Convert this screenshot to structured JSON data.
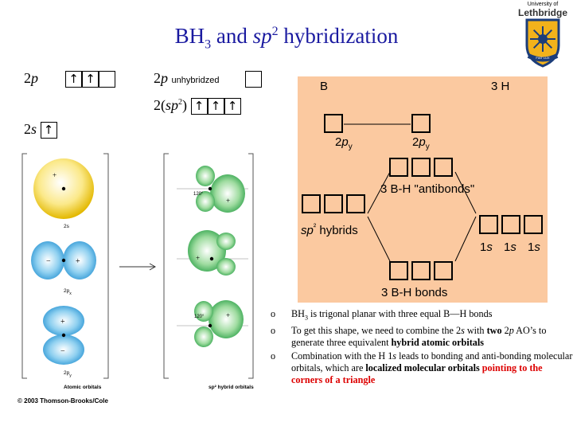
{
  "title": {
    "prefix": "BH",
    "sub": "3",
    "middle": " and ",
    "sp": "sp",
    "sup": "2",
    "suffix": " hybridization"
  },
  "logo": {
    "line1": "University of",
    "line2": "Lethbridge",
    "motto": "FIAT LUX"
  },
  "config_left": {
    "p_coef": "2",
    "p_label": "p",
    "p_boxes": [
      "↑",
      "↑",
      ""
    ],
    "s_coef": "2",
    "s_label": "s",
    "s_boxes": [
      "↑"
    ]
  },
  "config_right": {
    "p_coef": "2",
    "p_label": "p",
    "unhyb": "unhybridzed",
    "p_boxes": [
      ""
    ],
    "sp_text_a": "2(",
    "sp_text_b": "sp",
    "sp_sup": "2",
    "sp_text_c": ")",
    "sp_boxes": [
      "↑",
      "↑",
      "↑"
    ]
  },
  "figure": {
    "orbital_labels": [
      "2s",
      "2px",
      "2py"
    ],
    "angle_label": "120°",
    "caption_atomic": "Atomic orbitals",
    "caption_hybrid": "sp² hybrid orbitals",
    "copyright": "© 2003 Thomson-Brooks/Cole"
  },
  "mo_diagram": {
    "b_label": "B",
    "h_label": "3 H",
    "b_2py": "2py",
    "h_2py": "2py",
    "antibonds": "3 B-H \"antibonds\"",
    "sp2_hybrids": "sp² hybrids",
    "h_1s": [
      "1s",
      "1s",
      "1s"
    ],
    "bonds": "3 B-H bonds",
    "panel_color": "#fbc9a0"
  },
  "bullets": [
    {
      "marker": "o",
      "text_a": "BH",
      "sub": "3",
      "text_b": " is trigonal planar with three equal B—H bonds"
    },
    {
      "marker": "o",
      "text_a": "To get this shape, we need to combine the 2",
      "em1": "s",
      "text_b": "  with ",
      "bold1": "two",
      "text_c": " 2",
      "em2": "p",
      "text_d": " AO’s to generate three equivalent ",
      "bold2": "hybrid atomic orbitals"
    },
    {
      "marker": "o",
      "text_a": "Combination with the H  1",
      "em1": "s",
      "text_b": " leads to bonding and anti-bonding molecular orbitals, which are ",
      "bold1": "localized molecular orbitals",
      "red": "pointing to the corners of a triangle"
    }
  ]
}
